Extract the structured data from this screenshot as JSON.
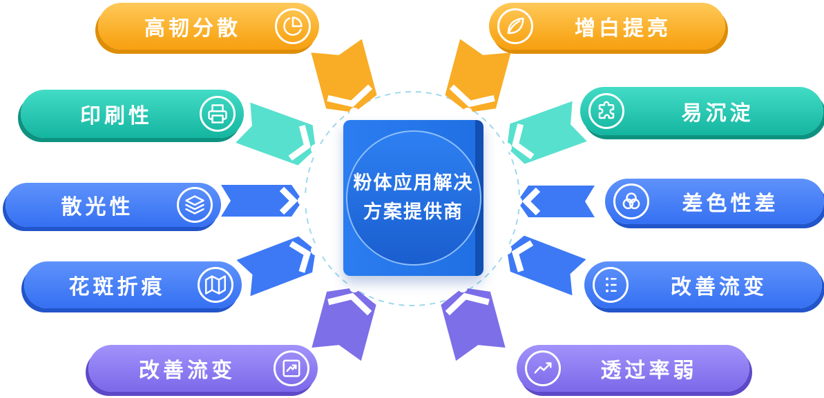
{
  "center": {
    "title_line1": "粉体应用解决",
    "title_line2": "方案提供商"
  },
  "left_items": [
    {
      "label": "高韧分散",
      "icon": "pie-chart-icon",
      "color": "#F9A91E"
    },
    {
      "label": "印刷性",
      "icon": "printer-icon",
      "color": "#14B5A0"
    },
    {
      "label": "散光性",
      "icon": "layers-icon",
      "color": "#3570F2"
    },
    {
      "label": "花斑折痕",
      "icon": "map-icon",
      "color": "#3570F2"
    },
    {
      "label": "改善流变",
      "icon": "trend-edit-icon",
      "color": "#7C68E9"
    }
  ],
  "right_items": [
    {
      "label": "增白提亮",
      "icon": "leaf-icon",
      "color": "#F9A91E"
    },
    {
      "label": "易沉淀",
      "icon": "puzzle-icon",
      "color": "#14B5A0"
    },
    {
      "label": "差色性差",
      "icon": "color-circles-icon",
      "color": "#3570F2"
    },
    {
      "label": "改善流变",
      "icon": "flow-tune-icon",
      "color": "#3570F2"
    },
    {
      "label": "透过率弱",
      "icon": "trend-chart-icon",
      "color": "#7C68E9"
    }
  ],
  "colors": {
    "orange": "#F9A91E",
    "teal": "#14B5A0",
    "blue": "#3570F2",
    "purple": "#7C68E9",
    "center_blue": "#2070E4",
    "dashed_circle": "#9FD8EC"
  }
}
